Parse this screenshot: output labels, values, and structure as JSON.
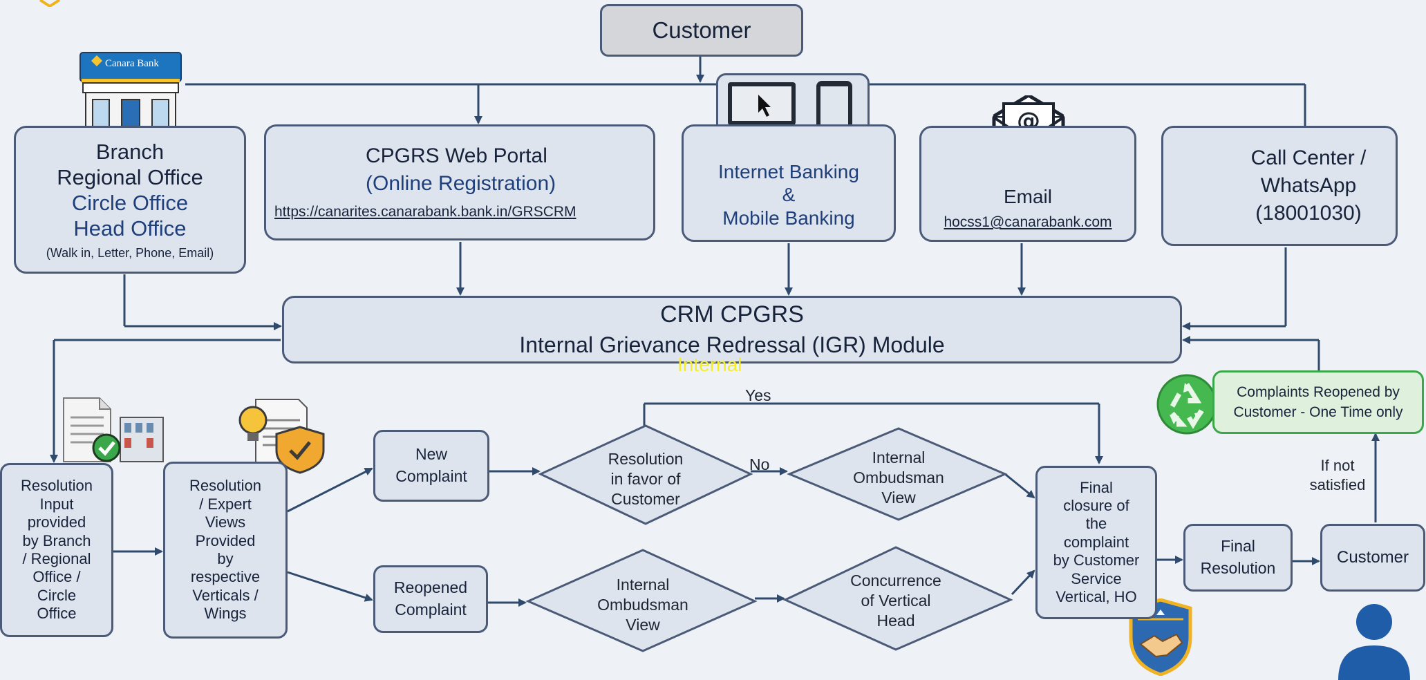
{
  "customer_top": "Customer",
  "branch": {
    "lines": [
      "Branch",
      "Regional Office",
      "Circle Office",
      "Head Office"
    ],
    "note": "(Walk in, Letter, Phone, Email)",
    "sign_text": "Canara Bank"
  },
  "portal": {
    "title": "CPGRS Web Portal",
    "subtitle": "(Online Registration)",
    "url": "https://canarites.canarabank.bank.in/GRSCRM"
  },
  "banking": {
    "lines": [
      "Internet Banking",
      "&",
      "Mobile Banking"
    ]
  },
  "email": {
    "title": "Email",
    "address": "hocss1@canarabank.com"
  },
  "callcenter": {
    "lines": [
      "Call Center /",
      "WhatsApp",
      "(18001030)"
    ]
  },
  "crm": {
    "line1": "CRM CPGRS",
    "line2": "Internal Grievance Redressal  (IGR) Module"
  },
  "watermark": "Internal",
  "resolution_input": {
    "lines": [
      "Resolution",
      "Input",
      "provided",
      "by Branch",
      "/ Regional",
      "Office /",
      "Circle",
      "Office"
    ]
  },
  "expert_views": {
    "lines": [
      "Resolution",
      "/ Expert",
      "Views",
      "Provided",
      "by",
      "respective",
      "Verticals /",
      "Wings"
    ]
  },
  "new_complaint": {
    "lines": [
      "New",
      "Complaint"
    ]
  },
  "reopened_complaint": {
    "lines": [
      "Reopened",
      "Complaint"
    ]
  },
  "decision_favor": {
    "lines": [
      "Resolution",
      "in favor of",
      "Customer"
    ]
  },
  "ombudsman_top": {
    "lines": [
      "Internal",
      "Ombudsman",
      "View"
    ]
  },
  "ombudsman_bottom": {
    "lines": [
      "Internal",
      "Ombudsman",
      "View"
    ]
  },
  "concurrence": {
    "lines": [
      "Concurrence",
      "of Vertical",
      "Head"
    ]
  },
  "final_closure": {
    "lines": [
      "Final",
      "closure of",
      "the",
      "complaint",
      "by Customer",
      "Service",
      "Vertical, HO"
    ]
  },
  "final_resolution": {
    "lines": [
      "Final",
      "Resolution"
    ]
  },
  "customer_bottom": "Customer",
  "reopened_note": {
    "lines": [
      "Complaints Reopened by",
      "Customer - One Time only"
    ]
  },
  "labels": {
    "yes": "Yes",
    "no": "No",
    "not_satisfied": [
      "If not",
      "satisfied"
    ]
  },
  "colors": {
    "box_fill": "#dde4ee",
    "box_border": "#4a5a77",
    "arrow": "#2f4a6b",
    "green_fill": "#dff0dc",
    "green_border": "#3aa84a",
    "person": "#1f5da8"
  }
}
